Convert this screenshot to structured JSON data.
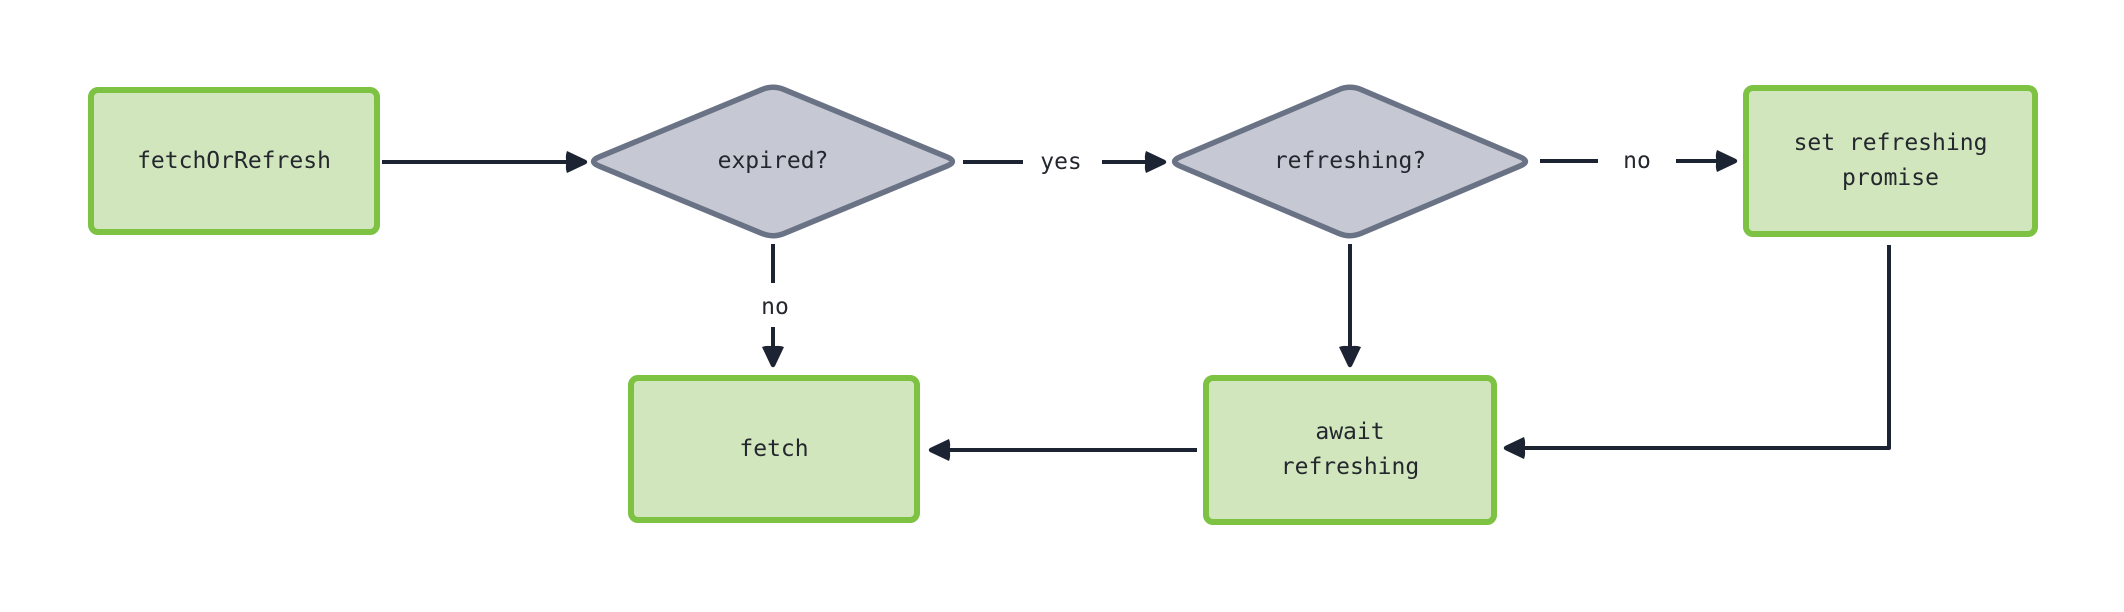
{
  "diagram": {
    "nodes": {
      "fetch_or_refresh": {
        "label": "fetchOrRefresh"
      },
      "expired": {
        "label": "expired?"
      },
      "refreshing": {
        "label": "refreshing?"
      },
      "fetch": {
        "label": "fetch"
      },
      "await_refreshing": {
        "label": "await\nrefreshing"
      },
      "set_refreshing_promise": {
        "label": "set refreshing\npromise"
      }
    },
    "edge_labels": {
      "expired_yes": "yes",
      "expired_no": "no",
      "refreshing_no": "no"
    },
    "colors": {
      "background": "#ffffff",
      "node_fill": "#d1e6bc",
      "node_border": "#7dc242",
      "decision_fill": "#c6c9d4",
      "decision_border": "#6a7386",
      "edge": "#1c2332",
      "text": "#24272e"
    }
  }
}
